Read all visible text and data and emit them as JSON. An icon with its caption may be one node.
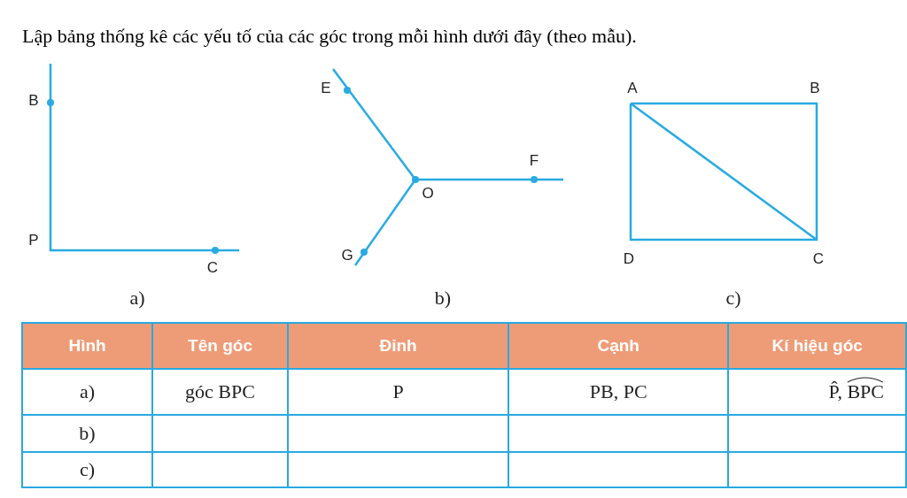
{
  "diagram": {
    "title": "Lập bảng thống kê các yếu tố của các góc trong mỗi hình dưới đây (theo mẫu).",
    "labels": [
      "B",
      "P",
      "C",
      "a)",
      "E",
      "F",
      "O",
      "G",
      "b)",
      "A",
      "B",
      "D",
      "C",
      "c)",
      "Hình",
      "Tên góc",
      "Đỉnh",
      "Cạnh",
      "Kí hiệu góc",
      "a)",
      "góc BPC",
      "P",
      "PB, PC",
      "P̂,",
      "BPC",
      "b)",
      "c)"
    ]
  }
}
